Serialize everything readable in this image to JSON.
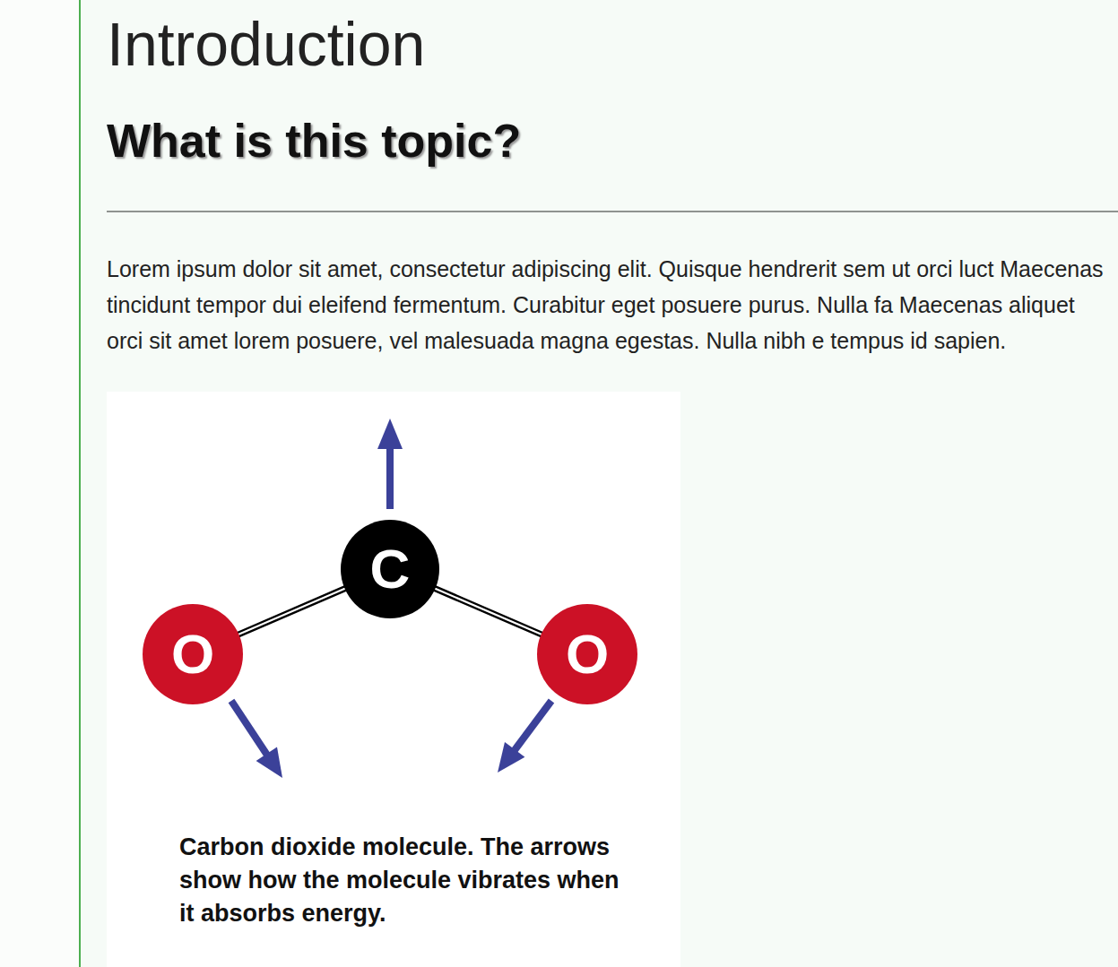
{
  "diagram": {
    "title": "Introduction",
    "caption": "Carbon dioxide molecule. The arrows show how the molecule vibrates when it absorbs energy.",
    "nodes": [
      {
        "text": [
          "C"
        ]
      },
      {
        "text": [
          "O"
        ]
      },
      {
        "text": [
          "O"
        ]
      }
    ],
    "edges": [
      {
        "from": 0,
        "to": 1,
        "arrow": "none"
      },
      {
        "from": 0,
        "to": 2,
        "arrow": "none"
      }
    ],
    "labels": [
      "What is this topic?",
      "Lorem ipsum dolor sit amet, consectetur adipiscing elit. Quisque hendrerit sem ut orci luct Maecenas tincidunt tempor dui eleifend fermentum. Curabitur eget posuere purus. Nulla fa Maecenas aliquet orci sit amet lorem posuere, vel malesuada magna egestas. Nulla nibh e tempus id sapien."
    ]
  }
}
